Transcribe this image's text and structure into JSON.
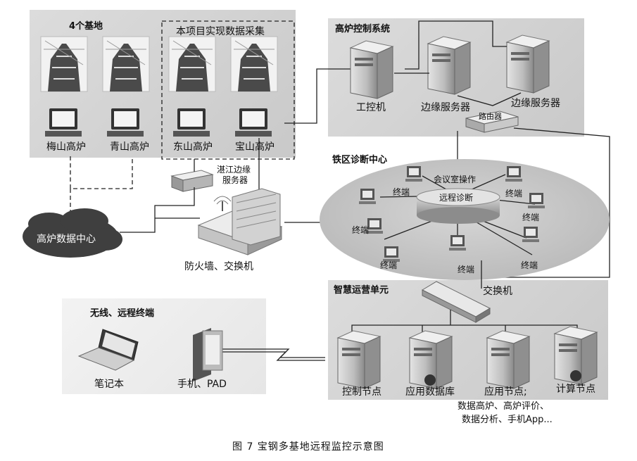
{
  "groups": {
    "bases": "4个基地",
    "project_scope": "本项目实现数据采集",
    "furnace_control": "高炉控制系统",
    "diagnosis": "铁区诊断中心",
    "smart_ops": "智慧运营单元",
    "wireless": "无线、远程终端"
  },
  "bases": [
    "梅山高炉",
    "青山高炉",
    "东山高炉",
    "宝山高炉"
  ],
  "control": {
    "ipc": "工控机",
    "edge1": "边缘服务器",
    "edge2": "边缘服务器",
    "router": "路由器"
  },
  "zhanjiang_server": [
    "湛江边缘",
    "服务器"
  ],
  "data_center": "高炉数据中心",
  "firewall": "防火墙、交换机",
  "diag": {
    "meeting": "会议室操作",
    "remote": "远程诊断",
    "terminal": "终端"
  },
  "ops": {
    "switch": "交换机",
    "control_node": "控制节点",
    "app_db": "应用数据库",
    "app_node": "应用节点;",
    "app_node_desc1": "数据高炉、高炉评价、",
    "app_node_desc2": "数据分析、手机App...",
    "compute_node": "计算节点"
  },
  "wireless_devices": {
    "laptop": "笔记本",
    "mobile": "手机、PAD"
  },
  "caption": "图 7   宝钢多基地远程监控示意图"
}
